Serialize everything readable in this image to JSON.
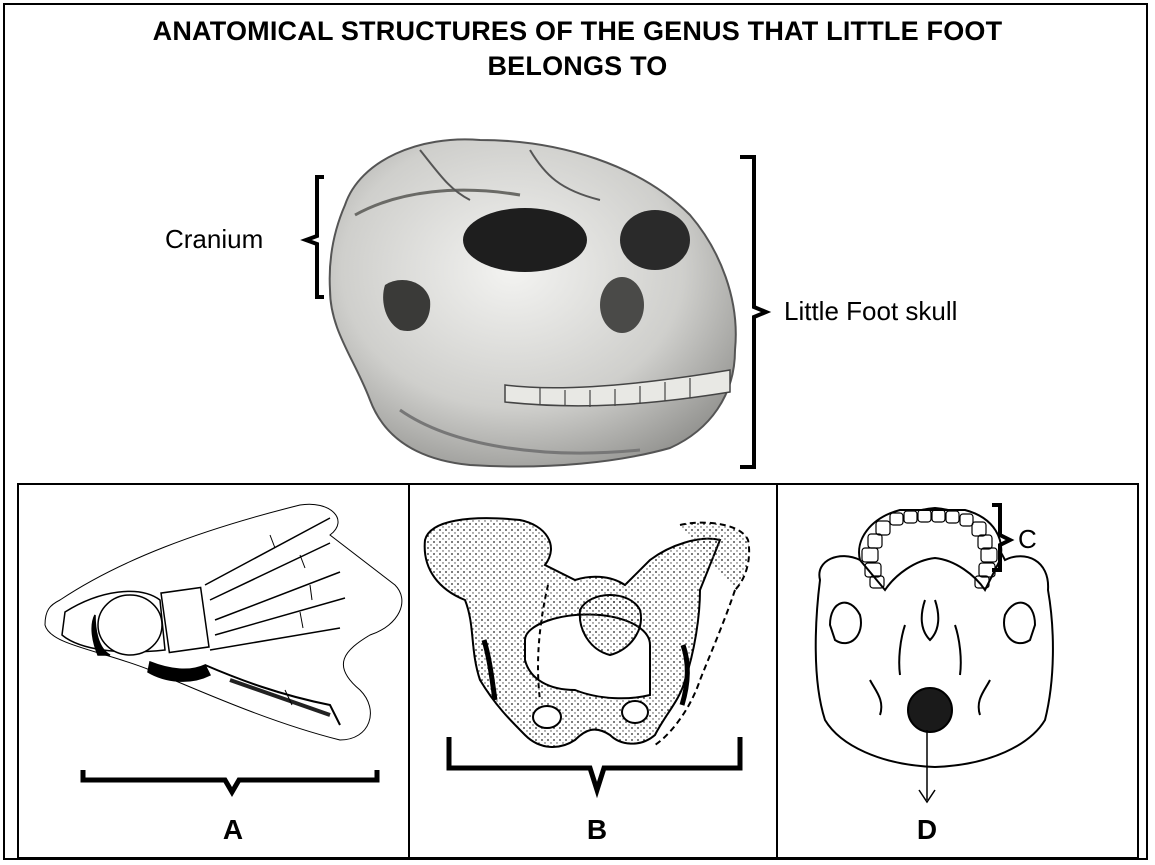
{
  "title": {
    "line1": "ANATOMICAL STRUCTURES OF THE GENUS THAT LITTLE FOOT",
    "line2": "BELONGS TO"
  },
  "skull_labels": {
    "cranium": "Cranium",
    "little_foot_skull": "Little Foot skull"
  },
  "panels": {
    "a": "A",
    "b": "B",
    "c": "C",
    "d": "D"
  }
}
